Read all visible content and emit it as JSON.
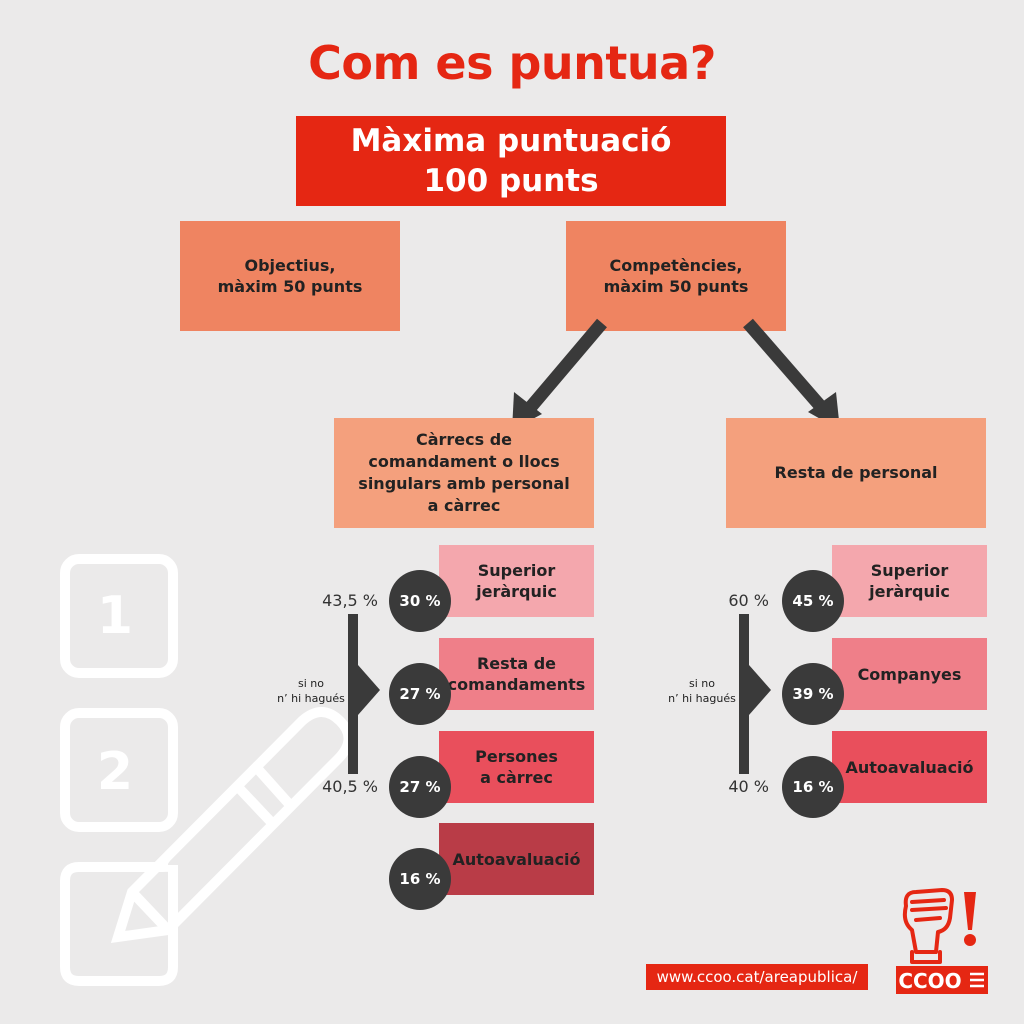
{
  "title": "Com es puntua?",
  "max": {
    "line1": "Màxima puntuació",
    "line2": "100 punts"
  },
  "objectius": {
    "line1": "Objectius,",
    "line2": "màxim 50 punts"
  },
  "competencies": {
    "line1": "Competències,",
    "line2": "màxim 50 punts"
  },
  "carrecs": {
    "line1": "Càrrecs de",
    "line2": "comandament o llocs",
    "line3": "singulars amb personal",
    "line4": "a càrrec"
  },
  "resta": {
    "label": "Resta de personal"
  },
  "left": {
    "top_pct": "43,5 %",
    "bottom_pct": "40,5 %",
    "side1": "si no",
    "side2": "n’ hi hagués",
    "items": [
      {
        "l1": "Superior",
        "l2": "jeràrquic",
        "value": "30 %"
      },
      {
        "l1": "Resta de",
        "l2": "comandaments",
        "value": "27 %"
      },
      {
        "l1": "Persones",
        "l2": "a càrrec",
        "value": "27 %"
      },
      {
        "l1": "Autoavaluació",
        "l2": "",
        "value": "16 %"
      }
    ]
  },
  "right": {
    "top_pct": "60 %",
    "bottom_pct": "40 %",
    "side1": "si no",
    "side2": "n’ hi hagués",
    "items": [
      {
        "l1": "Superior",
        "l2": "jeràrquic",
        "value": "45 %"
      },
      {
        "l1": "Companyes",
        "l2": "",
        "value": "39 %"
      },
      {
        "l1": "Autoavaluació",
        "l2": "",
        "value": "16 %"
      }
    ]
  },
  "deco": {
    "n1": "1",
    "n2": "2"
  },
  "url": "www.ccoo.cat/areapublica/",
  "logo": {
    "text": "CCOO",
    "icon": "raised-fist-icon"
  },
  "colors": {
    "red": "#e52713",
    "dark": "#3a3a3a",
    "bg": "#ebeaea"
  }
}
